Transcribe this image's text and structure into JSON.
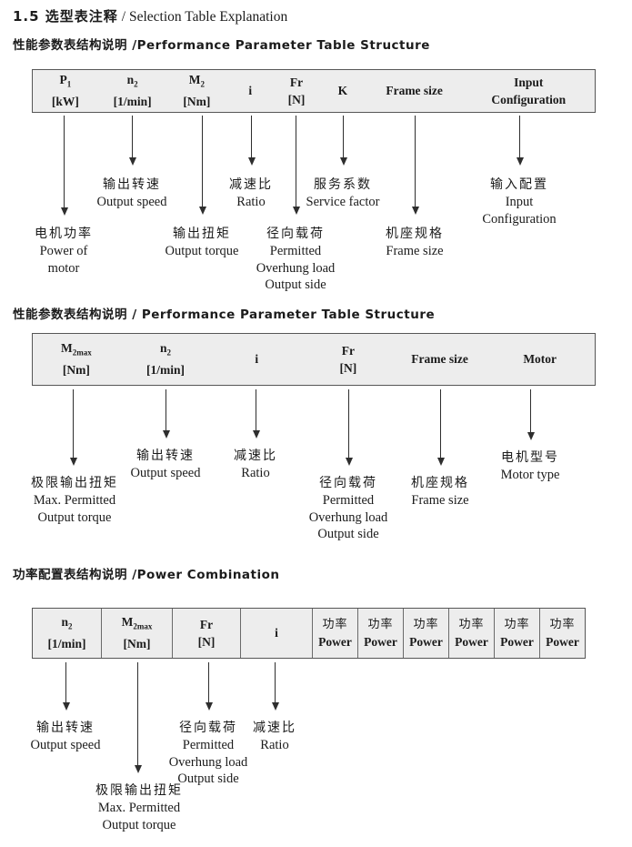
{
  "title_zh": "1.5 选型表注释",
  "title_en": "/ Selection Table Explanation",
  "colors": {
    "table_bg": "#ededed",
    "table_border": "#565656",
    "arrow": "#2e2e2e",
    "text": "#1b1b1b"
  },
  "section1": {
    "heading": "性能参数表结构说明 /Performance Parameter Table Structure",
    "columns": [
      {
        "sym": "P",
        "sub": "1",
        "unit": "[kW]"
      },
      {
        "sym": "n",
        "sub": "2",
        "unit": "[1/min]"
      },
      {
        "sym": "M",
        "sub": "2",
        "unit": "[Nm]"
      },
      {
        "sym": "i"
      },
      {
        "sym": "Fr",
        "unit": "[N]"
      },
      {
        "sym": "K"
      },
      {
        "sym": "Frame size"
      },
      {
        "sym": "Input",
        "unit": "Configuration"
      }
    ],
    "callouts": [
      {
        "l1": "电机功率",
        "l2": "Power of",
        "l3": "motor"
      },
      {
        "l1": "输出转速",
        "l2": "Output speed"
      },
      {
        "l1": "输出扭矩",
        "l2": "Output torque"
      },
      {
        "l1": "减速比",
        "l2": "Ratio"
      },
      {
        "l1": "径向载荷",
        "l2": "Permitted",
        "l3": "Overhung load",
        "l4": "Output side"
      },
      {
        "l1": "服务系数",
        "l2": "Service factor"
      },
      {
        "l1": "机座规格",
        "l2": "Frame size"
      },
      {
        "l1": "输入配置",
        "l2": "Input",
        "l3": "Configuration"
      }
    ]
  },
  "section2": {
    "heading": "性能参数表结构说明 / Performance Parameter Table Structure",
    "columns": [
      {
        "sym": "M",
        "sub": "2max",
        "unit": "[Nm]"
      },
      {
        "sym": "n",
        "sub": "2",
        "unit": "[1/min]"
      },
      {
        "sym": "i"
      },
      {
        "sym": "Fr",
        "unit": "[N]"
      },
      {
        "sym": "Frame size"
      },
      {
        "sym": "Motor"
      }
    ],
    "callouts": [
      {
        "l1": "极限输出扭矩",
        "l2": "Max. Permitted",
        "l3": "Output  torque"
      },
      {
        "l1": "输出转速",
        "l2": "Output speed"
      },
      {
        "l1": "减速比",
        "l2": "Ratio"
      },
      {
        "l1": "径向载荷",
        "l2": "Permitted",
        "l3": "Overhung load",
        "l4": "Output side"
      },
      {
        "l1": "机座规格",
        "l2": "Frame size"
      },
      {
        "l1": "电机型号",
        "l2": "Motor type"
      }
    ]
  },
  "section3": {
    "heading": "功率配置表结构说明 /Power Combination",
    "columns": [
      {
        "sym": "n",
        "sub": "2",
        "unit": "[1/min]"
      },
      {
        "sym": "M",
        "sub": "2max",
        "unit": "[Nm]"
      },
      {
        "sym": "Fr",
        "unit": "[N]"
      },
      {
        "sym": "i"
      }
    ],
    "power_cols": [
      {
        "zh": "功率",
        "en": "Power"
      },
      {
        "zh": "功率",
        "en": "Power"
      },
      {
        "zh": "功率",
        "en": "Power"
      },
      {
        "zh": "功率",
        "en": "Power"
      },
      {
        "zh": "功率",
        "en": "Power"
      },
      {
        "zh": "功率",
        "en": "Power"
      }
    ],
    "callouts": [
      {
        "l1": "输出转速",
        "l2": "Output speed"
      },
      {
        "l1": "极限输出扭矩",
        "l2": "Max. Permitted",
        "l3": "Output  torque"
      },
      {
        "l1": "径向载荷",
        "l2": "Permitted",
        "l3": "Overhung load",
        "l4": "Output side"
      },
      {
        "l1": "减速比",
        "l2": "Ratio"
      }
    ]
  }
}
